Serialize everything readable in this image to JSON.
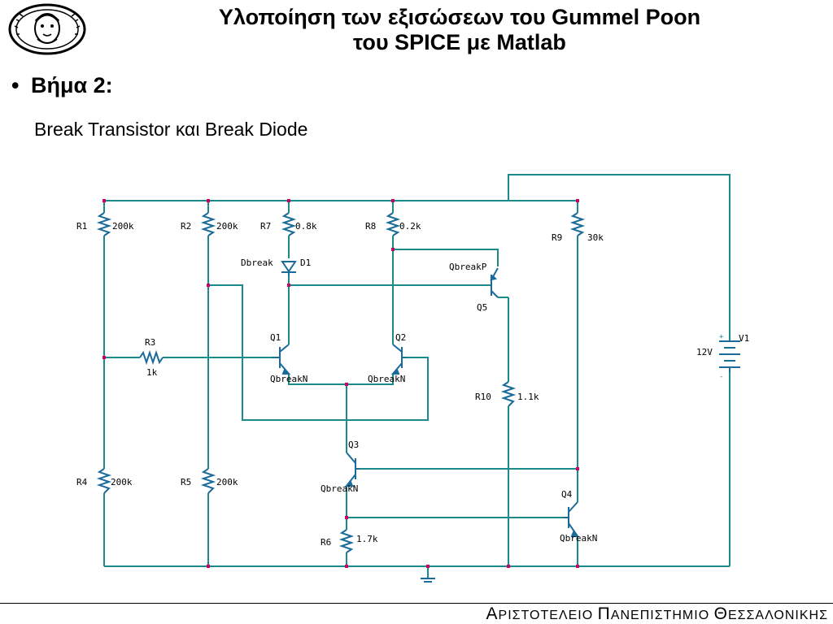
{
  "title": {
    "line1": "Υλοποίηση των εξισώσεων του Gummel Poon",
    "line2": "του SPICE με Matlab"
  },
  "bullet": {
    "marker": "•",
    "text": "Βήμα 2:"
  },
  "subtitle": "Break Transistor και Break Diode",
  "footer": {
    "w1_initial": "Α",
    "w1_rest": "ΡΙΣΤΟΤΕΛΕΙΟ",
    "w2_initial": "Π",
    "w2_rest": "ΑΝΕΠΙΣΤΗΜΙΟ",
    "w3_initial": "Θ",
    "w3_rest": "ΕΣΣΑΛΟΝΙΚΗΣ"
  },
  "colors": {
    "wire": "#1a8a8a",
    "component": "#1a6a9a",
    "dot": "#cc0066",
    "text": "#000000"
  },
  "circuit": {
    "R1": {
      "name": "R1",
      "value": "200k"
    },
    "R2": {
      "name": "R2",
      "value": "200k"
    },
    "R7": {
      "name": "R7",
      "value": "0.8k"
    },
    "R8": {
      "name": "R8",
      "value": "0.2k"
    },
    "R9": {
      "name": "R9",
      "value": "30k"
    },
    "R3": {
      "name": "R3",
      "value": "1k"
    },
    "R10": {
      "name": "R10",
      "value": "1.1k"
    },
    "R4": {
      "name": "R4",
      "value": "200k"
    },
    "R5": {
      "name": "R5",
      "value": "200k"
    },
    "R6": {
      "name": "R6",
      "value": "1.7k"
    },
    "D1": {
      "name": "D1",
      "model": "Dbreak"
    },
    "Q1": {
      "name": "Q1",
      "model": "QbreakN"
    },
    "Q2": {
      "name": "Q2",
      "model": "QbreakN"
    },
    "Q3": {
      "name": "Q3",
      "model": "QbreakN"
    },
    "Q4": {
      "name": "Q4",
      "model": "QbreakN"
    },
    "Q5": {
      "name": "Q5",
      "model": "QbreakP"
    },
    "V1": {
      "name": "V1",
      "value": "12V",
      "plus": "+",
      "minus": "-"
    }
  }
}
